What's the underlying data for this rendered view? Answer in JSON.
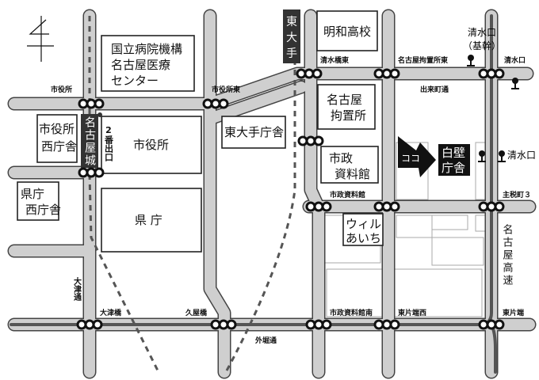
{
  "map": {
    "buildings": {
      "medical_center": [
        "国立病院機構",
        "名古屋医療",
        "センター"
      ],
      "city_hall_west": [
        "市役所",
        "西庁舎"
      ],
      "city_hall": "市役所",
      "pref_west": [
        "県庁",
        "西庁舎"
      ],
      "pref_office": "県 庁",
      "higashiote_office": "東大手庁舎",
      "meiwa_hs": "明和高校",
      "detention": [
        "名古屋",
        "拘置所"
      ],
      "archives": [
        "市政",
        "資料館"
      ],
      "will_aichi": [
        "ウィル",
        "あいち"
      ],
      "shirakabe": [
        "白壁",
        "庁舎"
      ]
    },
    "stations": {
      "nagoyajo": "名古屋城",
      "higashiote": "東大手",
      "exit2": "2番出口"
    },
    "here_label": "ココ",
    "intersections": [
      "市役所",
      "市役所東",
      "清水橋東",
      "名古屋拘置所東",
      "清水口",
      "市政資料館",
      "主税町３",
      "大津橋",
      "久屋橋",
      "市政資料館南",
      "東片端西",
      "東片端"
    ],
    "streets": {
      "demachi": "出来町通",
      "otsu": "大津通",
      "sotobori": "外堀通",
      "expressway": "名古屋高速"
    },
    "bus_stops": {
      "shimizuguchi_kikan": [
        "清水口",
        "（基幹）"
      ],
      "shimizuguchi": "清水口"
    }
  }
}
